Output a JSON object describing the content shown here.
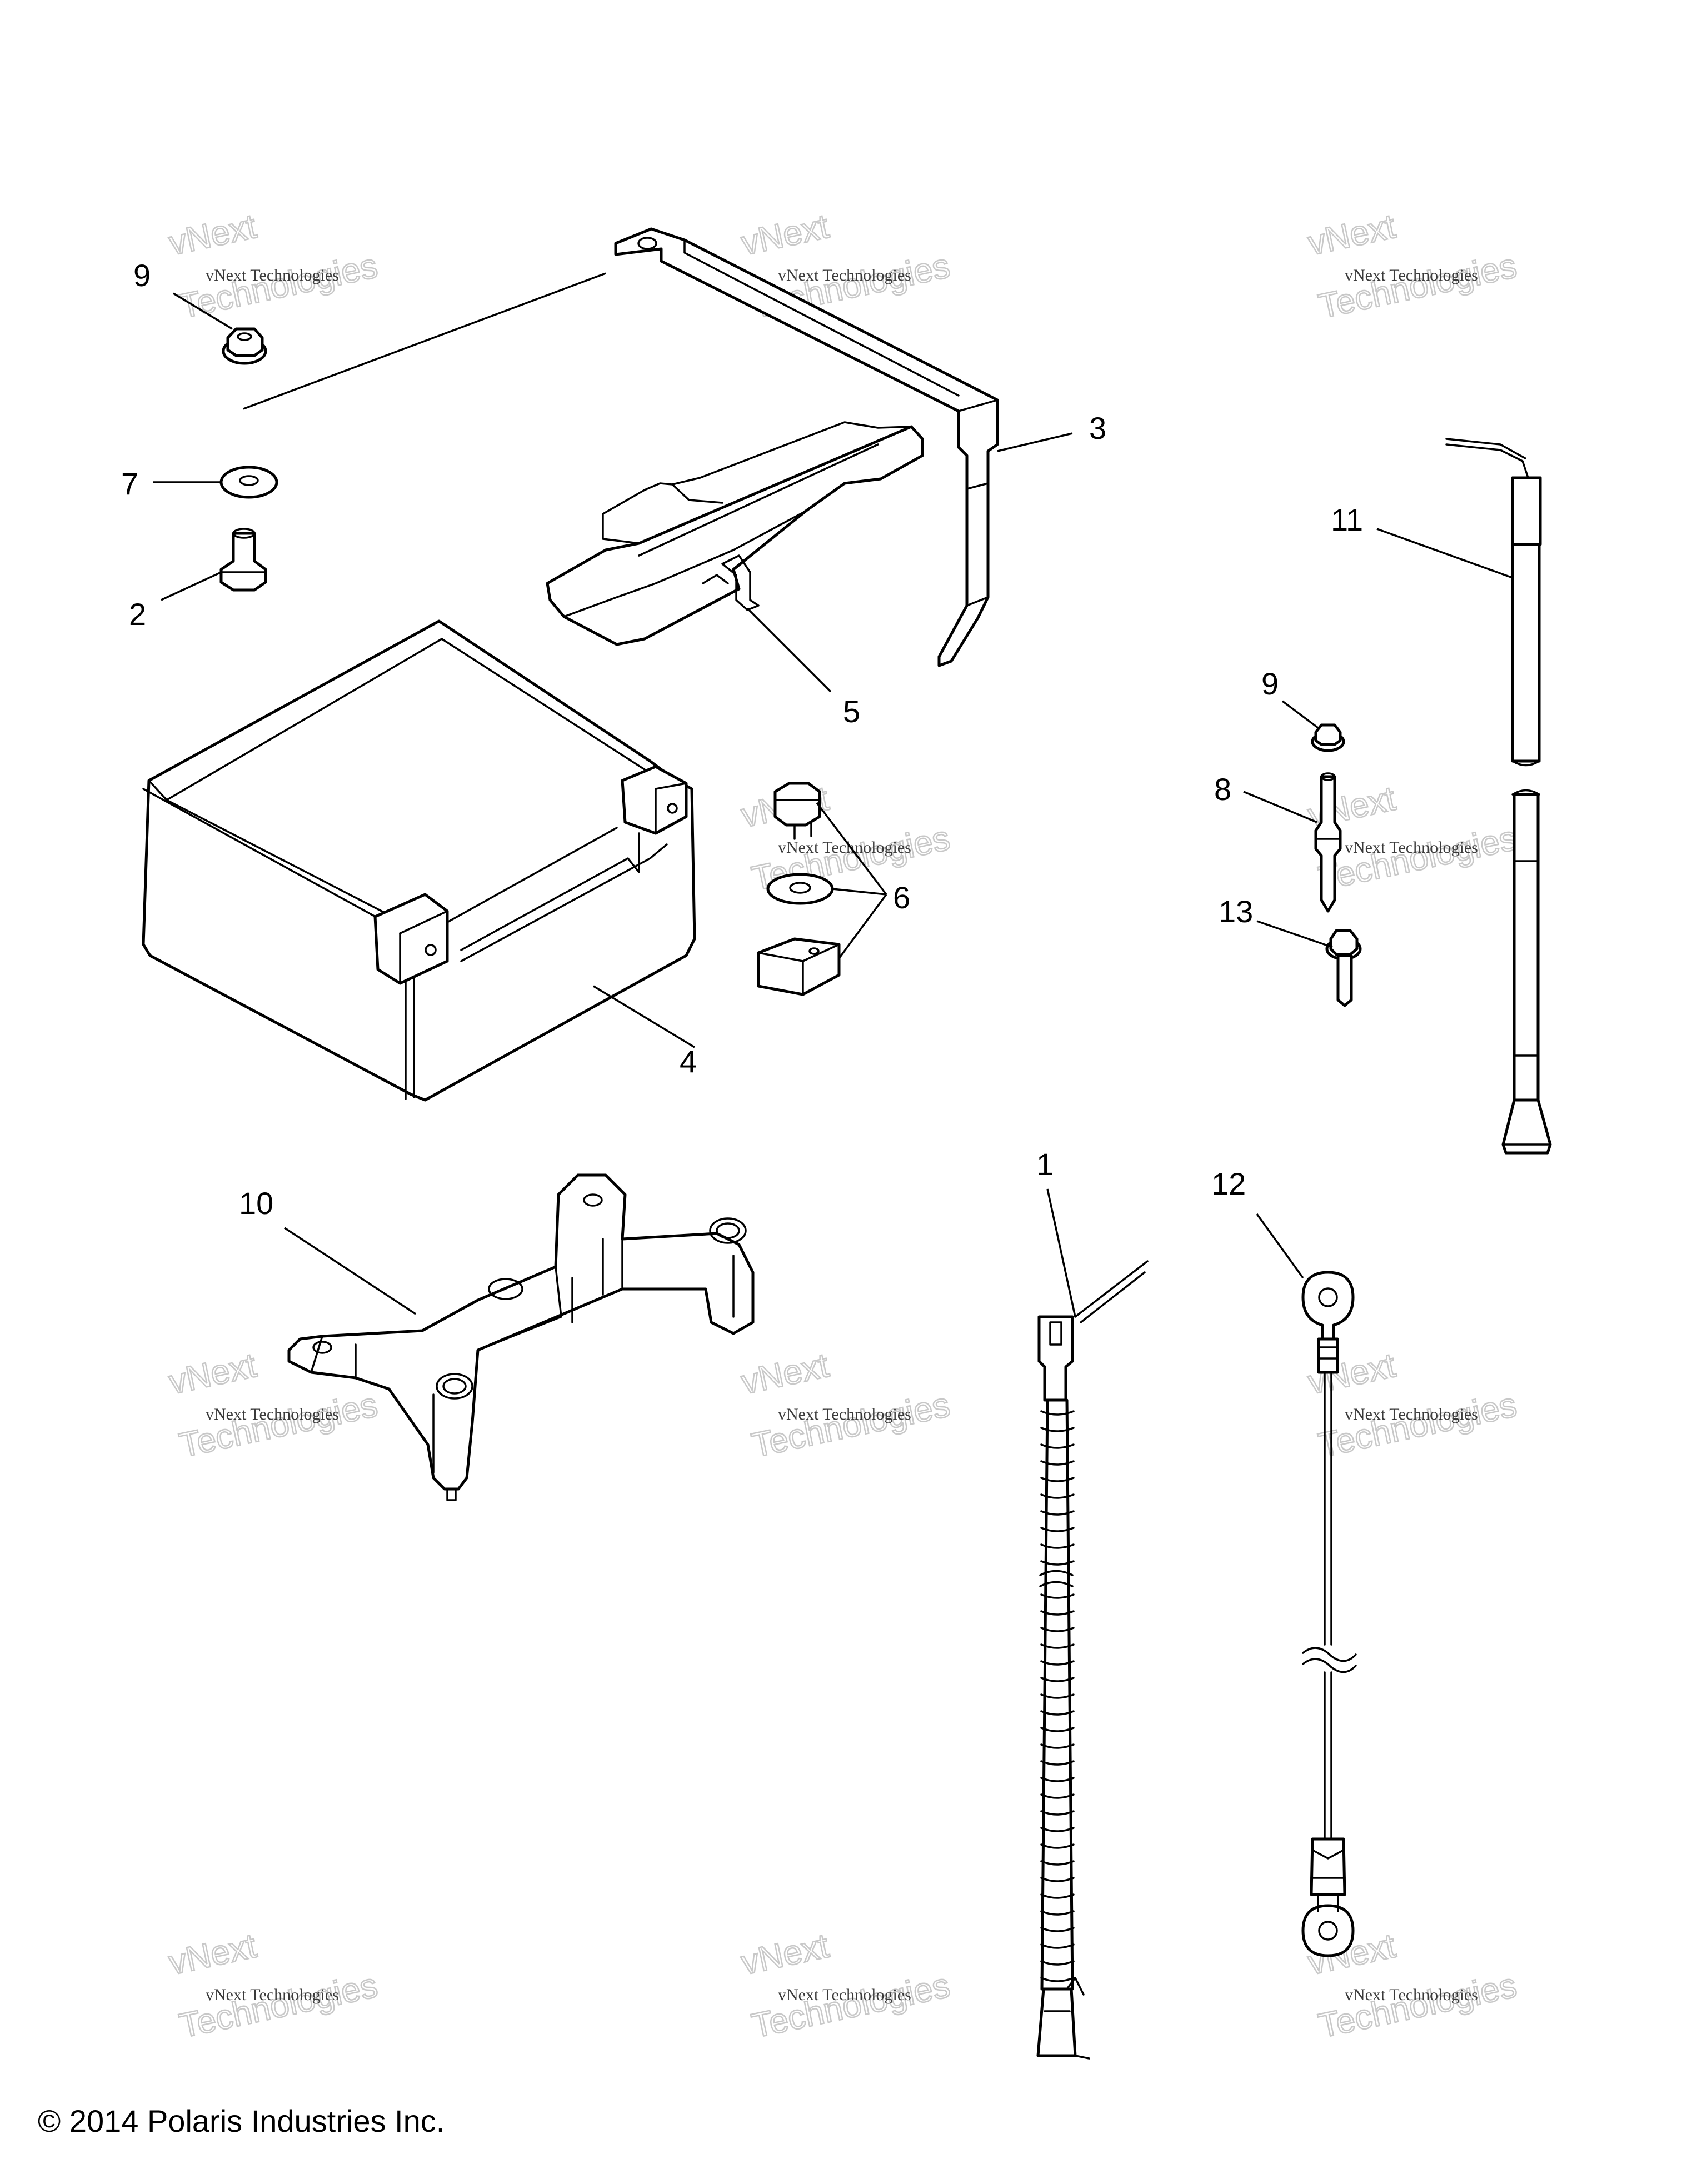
{
  "watermark": {
    "brand": "vNext",
    "line": "vNext Technologies",
    "big": "Technologies"
  },
  "callouts": {
    "c1": "1",
    "c2": "2",
    "c3": "3",
    "c4": "4",
    "c5": "5",
    "c6": "6",
    "c7": "7",
    "c8": "8",
    "c9a": "9",
    "c9b": "9",
    "c10": "10",
    "c11": "11",
    "c12": "12",
    "c13": "13"
  },
  "footer": {
    "copyright": "© 2014 Polaris Industries Inc."
  }
}
